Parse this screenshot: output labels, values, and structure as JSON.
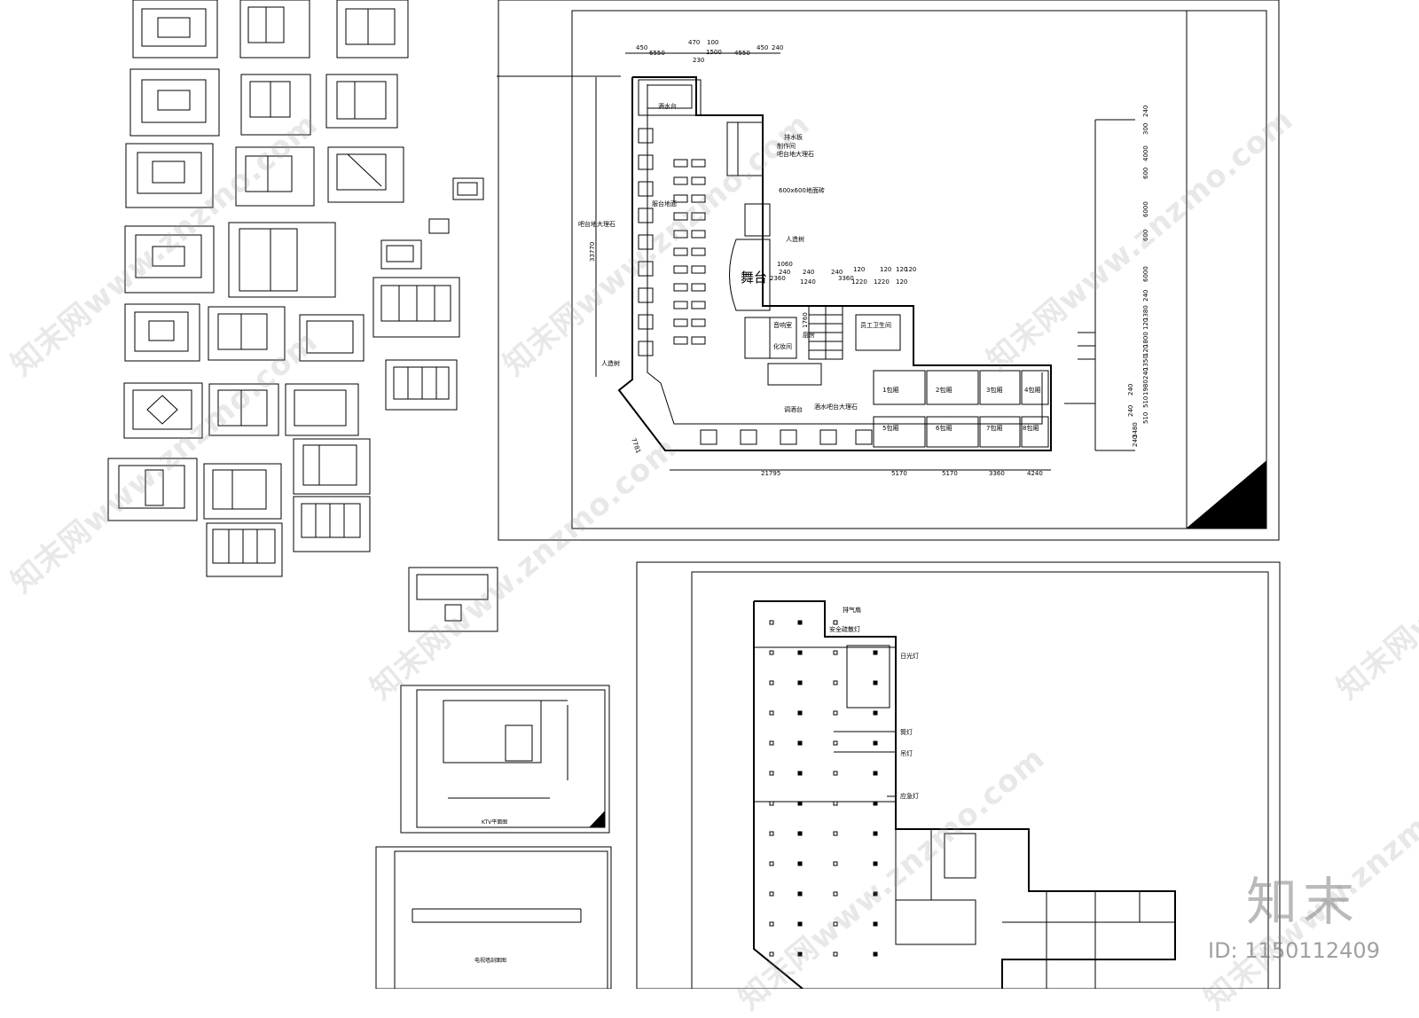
{
  "plan_labels": {
    "stage": "舞台",
    "entrance": "人造树",
    "entrance2": "人造树",
    "counter": "服台地面",
    "bar_marble": "吧台地大理石",
    "floor_tile": "600x600地面砖",
    "drainage": "排水板",
    "make_room": "制作间",
    "wine_stand": "酒水台",
    "bar_marble2": "吧台地大理石",
    "dressing": "化妆间",
    "sound_room": "音响室",
    "kitchen": "厨房",
    "staff_wc": "员工卫生间",
    "wine_marble": "酒水吧台大理石",
    "wine_rack": "调酒台",
    "rooms": [
      "1包厢",
      "2包厢",
      "3包厢",
      "4包厢",
      "5包厢",
      "6包厢",
      "7包厢",
      "8包厢"
    ]
  },
  "dims_top": [
    "450",
    "6550",
    "470",
    "100",
    "1500",
    "4550",
    "450",
    "240",
    "230"
  ],
  "dims_bottom": [
    "21795",
    "5170",
    "5170",
    "3360",
    "4240"
  ],
  "dims_left": [
    "33770",
    "7781"
  ],
  "dims_mid": [
    "1060",
    "240",
    "240",
    "240",
    "120",
    "120",
    "120",
    "2360",
    "1240",
    "3360",
    "1220",
    "1220",
    "120",
    "1760",
    "120"
  ],
  "dims_right": [
    "240",
    "300",
    "4000",
    "600",
    "6000",
    "600",
    "6000",
    "240",
    "1380",
    "120",
    "1800",
    "120",
    "1350",
    "240",
    "1980",
    "240",
    "510",
    "240",
    "510",
    "3480",
    "240"
  ],
  "ceiling_labels": [
    "排气扇",
    "安全疏散灯",
    "日光灯",
    "筒灯",
    "吊灯",
    "应急灯"
  ],
  "sheet_titles": [
    "KTV平面图",
    "电视墙剖面图"
  ],
  "watermark_text": "知末网www.znzmo.com",
  "logo_text": "知末",
  "image_id": "ID: 1150112409",
  "colors": {
    "line": "#000000",
    "watermark": "#969696",
    "background": "#ffffff"
  }
}
